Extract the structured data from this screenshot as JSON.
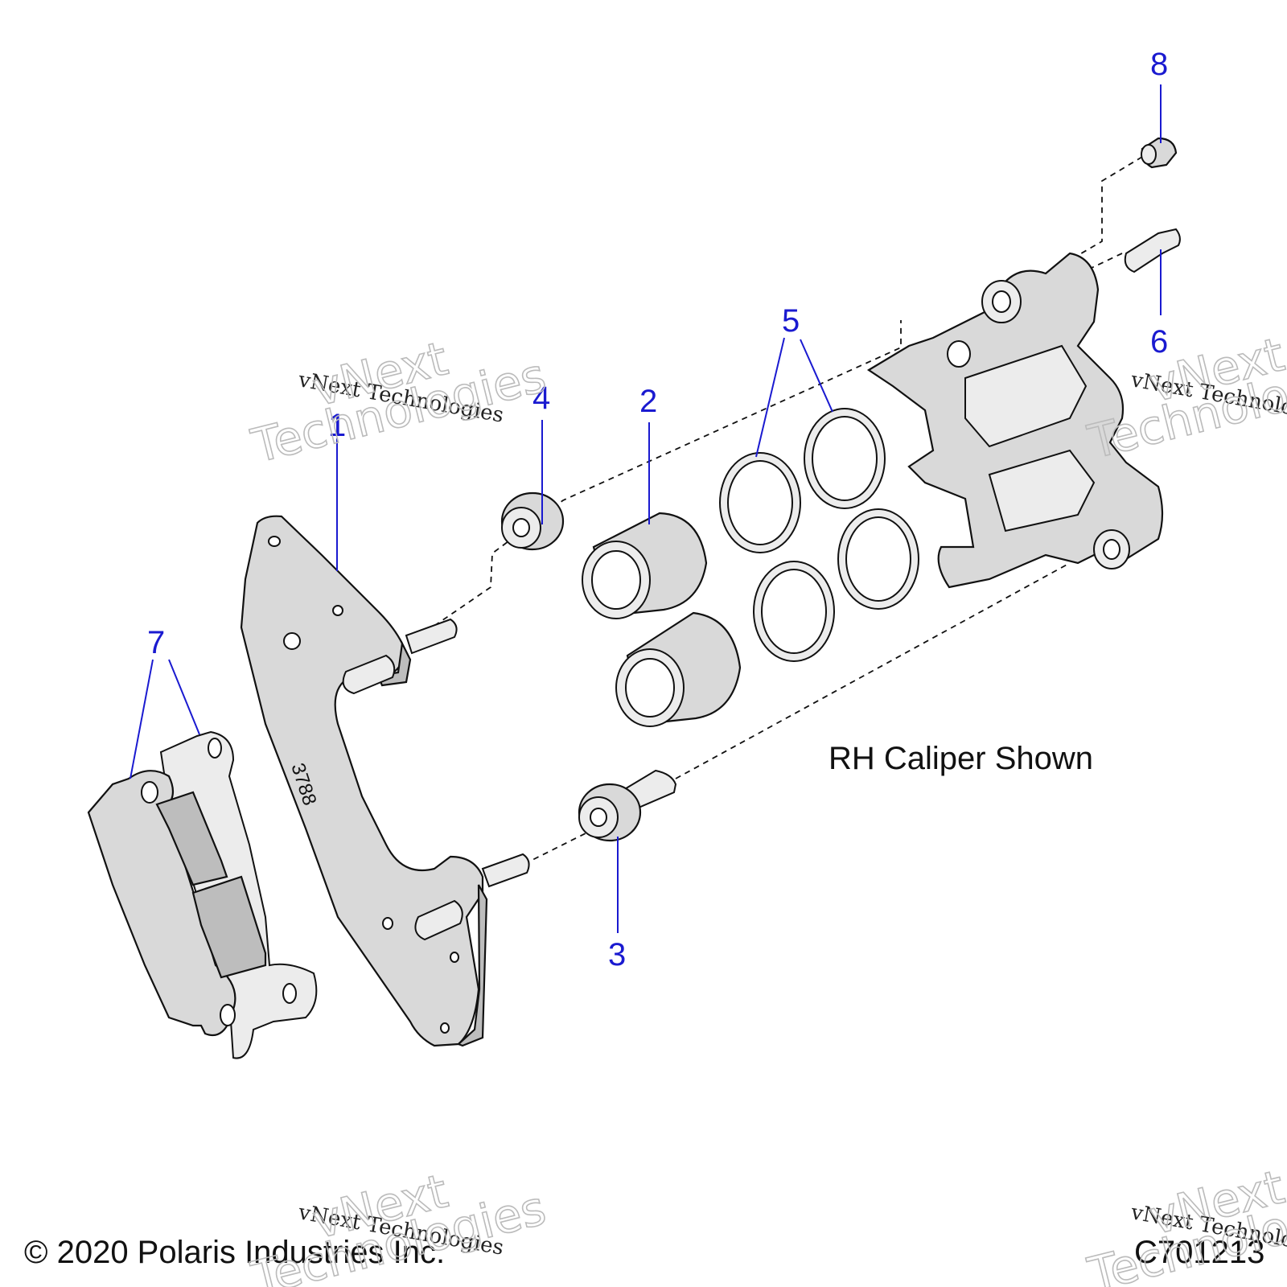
{
  "callouts": {
    "c1": "1",
    "c2": "2",
    "c3": "3",
    "c4": "4",
    "c5": "5",
    "c6": "6",
    "c7": "7",
    "c8": "8"
  },
  "bracket_stamp": "3788",
  "caption": "RH Caliper Shown",
  "copyright": "© 2020 Polaris Industries Inc.",
  "figure_code": "C701213",
  "watermark": {
    "line1": "vNext Technologies",
    "line2a": "vNext",
    "line2b": "Technologies"
  },
  "colors": {
    "callout": "#1a1ad0",
    "linework": "#111111",
    "part_fill": "#d9d9d9"
  }
}
